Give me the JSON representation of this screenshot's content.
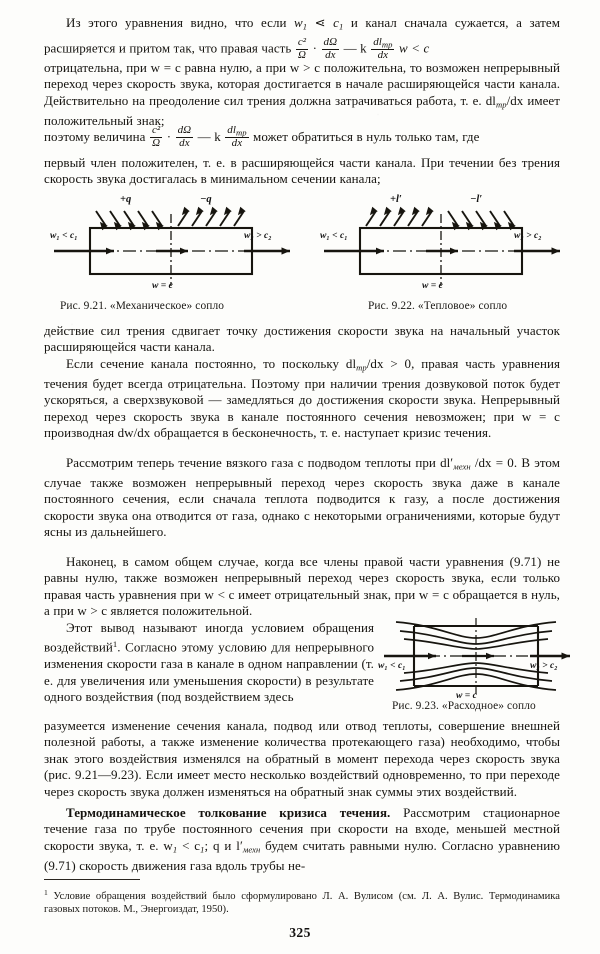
{
  "document": {
    "language": "ru",
    "page_number": "325",
    "ink_color": "#15130f",
    "paper_color": "#fdfdfb"
  },
  "paragraphs": {
    "p1_line1_a": "Из этого уравнения видно, что если ",
    "p1_w1": "w",
    "p1_w1_sub": "1",
    "p1_lt1": " ⋖ ",
    "p1_c1": "c",
    "p1_c1_sub": "1",
    "p1_line1_b": " и канал сначала сужается,",
    "p1_line2_a": "а затем расширяется и притом так, что правая часть ",
    "p1_frac1_num": "c²",
    "p1_frac1_den": "Ω",
    "p1_dot": " · ",
    "p1_frac2_num": "dΩ",
    "p1_frac2_den": "dx",
    "p1_minus_k": " — k ",
    "p1_frac3_num": "dl",
    "p1_frac3_num_sub": "тр",
    "p1_frac3_den": "dx",
    "p1_tail2": " w < c",
    "p1_rest": "отрицательна, при w = c равна нулю, а при w > c положительна, то возможен непрерывный переход через скорость звука, которая достигается в начале расширяющейся части канала. Действительно на преодоление сил трения должна затрачиваться работа, т. е. dl",
    "p1_rest_b": "/dx имеет положительный знак;",
    "p1_line6_a": "поэтому величина ",
    "p1_line6_b": " может обратиться в нуль только там, где",
    "p1_line7": "первый член положителен, т. е. в расширяющейся части канала. При течении без трения скорость звука достигалась в минимальном сечении канала;",
    "p2_a": "действие сил трения сдвигает точку достижения скорости звука на начальный участок расширяющейся части канала.",
    "p3_a": "Если сечение канала постоянно, то поскольку dl",
    "p3_sub": "тр",
    "p3_b": "/dx > 0, правая часть уравнения течения будет всегда отрицательна. Поэтому при наличии трения дозвуковой поток будет ускоряться, а сверхзвуковой — замедляться до достижения скорости звука. Непрерывный переход через скорость звука в канале постоянного сечения невозможен; при w = c производная dw/dx обращается в бесконечность, т. е. наступает кризис течения.",
    "p4_a": "Рассмотрим теперь течение вязкого газа с подводом теплоты при dl′",
    "p4_sub": "мехн",
    "p4_b": " /dx = 0. В этом случае также возможен непрерывный переход через скорость звука даже в канале постоянного сечения, если сначала теплота подводится к газу, а после достижения скорости звука она отводится от газа, однако с некоторыми ограничениями, которые будут ясны из дальнейшего.",
    "p5": "Наконец, в самом общем случае, когда все члены правой части уравнения (9.71) не равны нулю, также возможен непрерывный переход через скорость звука, если только правая часть уравнения при w < c имеет отрицательный знак, при w = c обращается в нуль, а при w > c является положительной.",
    "p6_a": "Этот вывод называют иногда условием обращения воздействий",
    "p6_mark": "1",
    "p6_b": ". Согласно этому условию для непрерывного изменения скорости газа в канале в одном направлении (т. е. для увеличения или уменьшения скорости) в результате одного воздействия (под воздействием здесь",
    "p6_c": "разумеется изменение сечения канала, подвод или отвод теплоты, совершение внешней полезной работы, а также изменение количества протекающего газа) необходимо, чтобы знак этого воздействия изменялся на обратный в момент перехода через скорость звука (рис. 9.21—9.23). Если имеет место несколько воздействий одновременно, то при переходе через скорость звука должен изменяться на обратный знак суммы этих воздействий.",
    "p7_heading": "Термодинамическое толкование кризиса течения.",
    "p7_a": " Рассмотрим стационарное течение газа по трубе постоянного сечения при скорости на входе, меньшей местной скорости звука, т. е. w",
    "p7_sub1": "1",
    "p7_b": " < c",
    "p7_sub2": "1",
    "p7_c": "; q и l′",
    "p7_sub3": "мехн",
    "p7_d": " будем считать равными нулю. Согласно уравнению (9.71) скорость движения газа вдоль трубы не-"
  },
  "figures": [
    {
      "id": "fig-9-21",
      "caption": "Рис. 9.21. «Механическое» сопло",
      "labels": {
        "top_left": "+q",
        "top_right": "−q",
        "inlet": "w₁ < c₁",
        "outlet": "w₂ > c₂",
        "throat": "w = c"
      }
    },
    {
      "id": "fig-9-22",
      "caption": "Рис. 9.22. «Тепловое» сопло",
      "labels": {
        "top_left": "+l′",
        "top_right": "−l′",
        "inlet": "w₁ < c₁",
        "outlet": "w₂ > c₂",
        "throat": "w = c"
      }
    },
    {
      "id": "fig-9-23",
      "caption": "Рис. 9.23. «Расходное» сопло",
      "labels": {
        "inlet": "w₁ < c₁",
        "outlet": "w₂ > c₂",
        "throat": "w = c"
      }
    }
  ],
  "footnote": {
    "mark": "1",
    "text": " Условие обращения воздействий было сформулировано Л. А. Вулисом (см. Л. А. Вулис. Термодинамика газовых потоков. М., Энергоиздат, 1950)."
  }
}
